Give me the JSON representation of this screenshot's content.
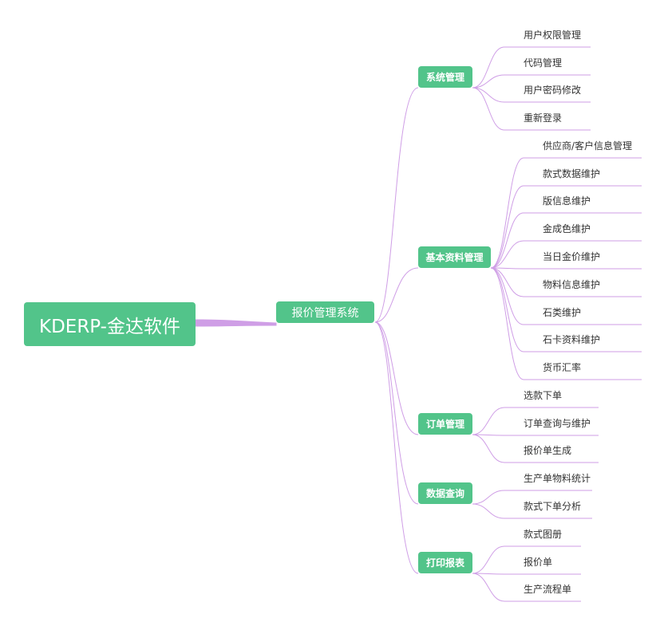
{
  "root": {
    "label": "KDERP-金达软件"
  },
  "main": {
    "label": "报价管理系统"
  },
  "categories": [
    {
      "label": "系统管理",
      "items": [
        "用户权限管理",
        "代码管理",
        "用户密码修改",
        "重新登录"
      ]
    },
    {
      "label": "基本资料管理",
      "items": [
        "供应商/客户信息管理",
        "款式数据维护",
        "版信息维护",
        "金成色维护",
        "当日金价维护",
        "物料信息维护",
        "石类维护",
        "石卡资料维护",
        "货币汇率"
      ]
    },
    {
      "label": "订单管理",
      "items": [
        "选款下单",
        "订单查询与维护",
        "报价单生成"
      ]
    },
    {
      "label": "数据查询",
      "items": [
        "生产单物料统计",
        "款式下单分析"
      ]
    },
    {
      "label": "打印报表",
      "items": [
        "款式图册",
        "报价单",
        "生产流程单"
      ]
    }
  ],
  "colors": {
    "node_fill": "#52c48a",
    "node_text": "#ffffff",
    "connector": "#cf9ee6",
    "leaf_text": "#333333"
  }
}
